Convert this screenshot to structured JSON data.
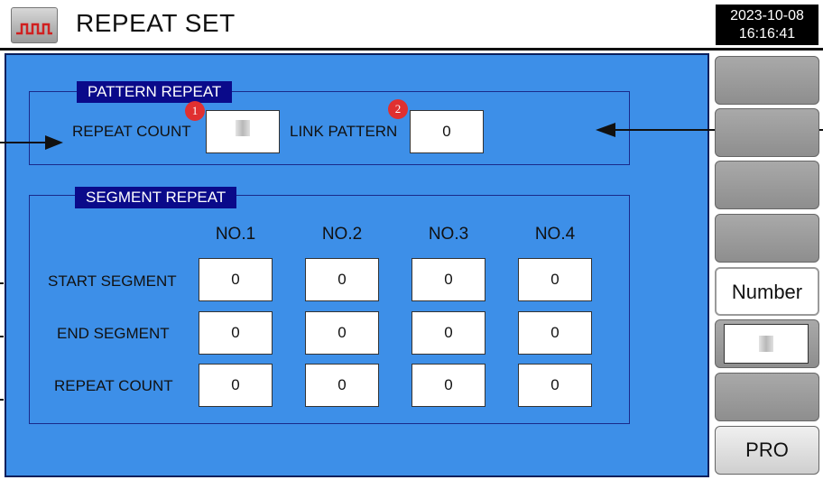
{
  "header": {
    "title": "REPEAT SET",
    "date": "2023-10-08",
    "time": "16:16:41"
  },
  "pattern_repeat": {
    "title": "PATTERN REPEAT",
    "repeat_count_label": "REPEAT COUNT",
    "link_pattern_label": "LINK PATTERN",
    "link_pattern_value": "0",
    "badge_1": "1",
    "badge_2": "2"
  },
  "segment_repeat": {
    "title": "SEGMENT REPEAT",
    "columns": [
      "NO.1",
      "NO.2",
      "NO.3",
      "NO.4"
    ],
    "rows": [
      {
        "label": "START SEGMENT",
        "values": [
          "0",
          "0",
          "0",
          "0"
        ]
      },
      {
        "label": "END SEGMENT",
        "values": [
          "0",
          "0",
          "0",
          "0"
        ]
      },
      {
        "label": "REPEAT COUNT",
        "values": [
          "0",
          "0",
          "0",
          "0"
        ]
      }
    ]
  },
  "sidebar": {
    "number_label": "Number",
    "pro_label": "PRO"
  },
  "colors": {
    "panel_blue": "#3d8fe8",
    "title_bar": "#0a0a8a",
    "badge_red": "#e03030"
  }
}
